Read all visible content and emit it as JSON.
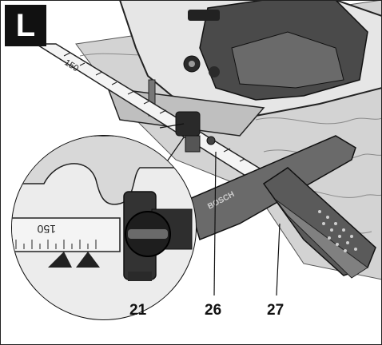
{
  "figure": {
    "letter": "L"
  },
  "callouts": {
    "c21": "21",
    "c26": "26",
    "c27": "27"
  },
  "scale": {
    "main_label": "150",
    "detail_label": "150"
  },
  "guide": {
    "brand_text": "BOSCH"
  },
  "colors": {
    "frame": "#111111",
    "wood": "#d0d0d0",
    "tool": "#3a3a3a",
    "guide": "#5a5a5a"
  }
}
